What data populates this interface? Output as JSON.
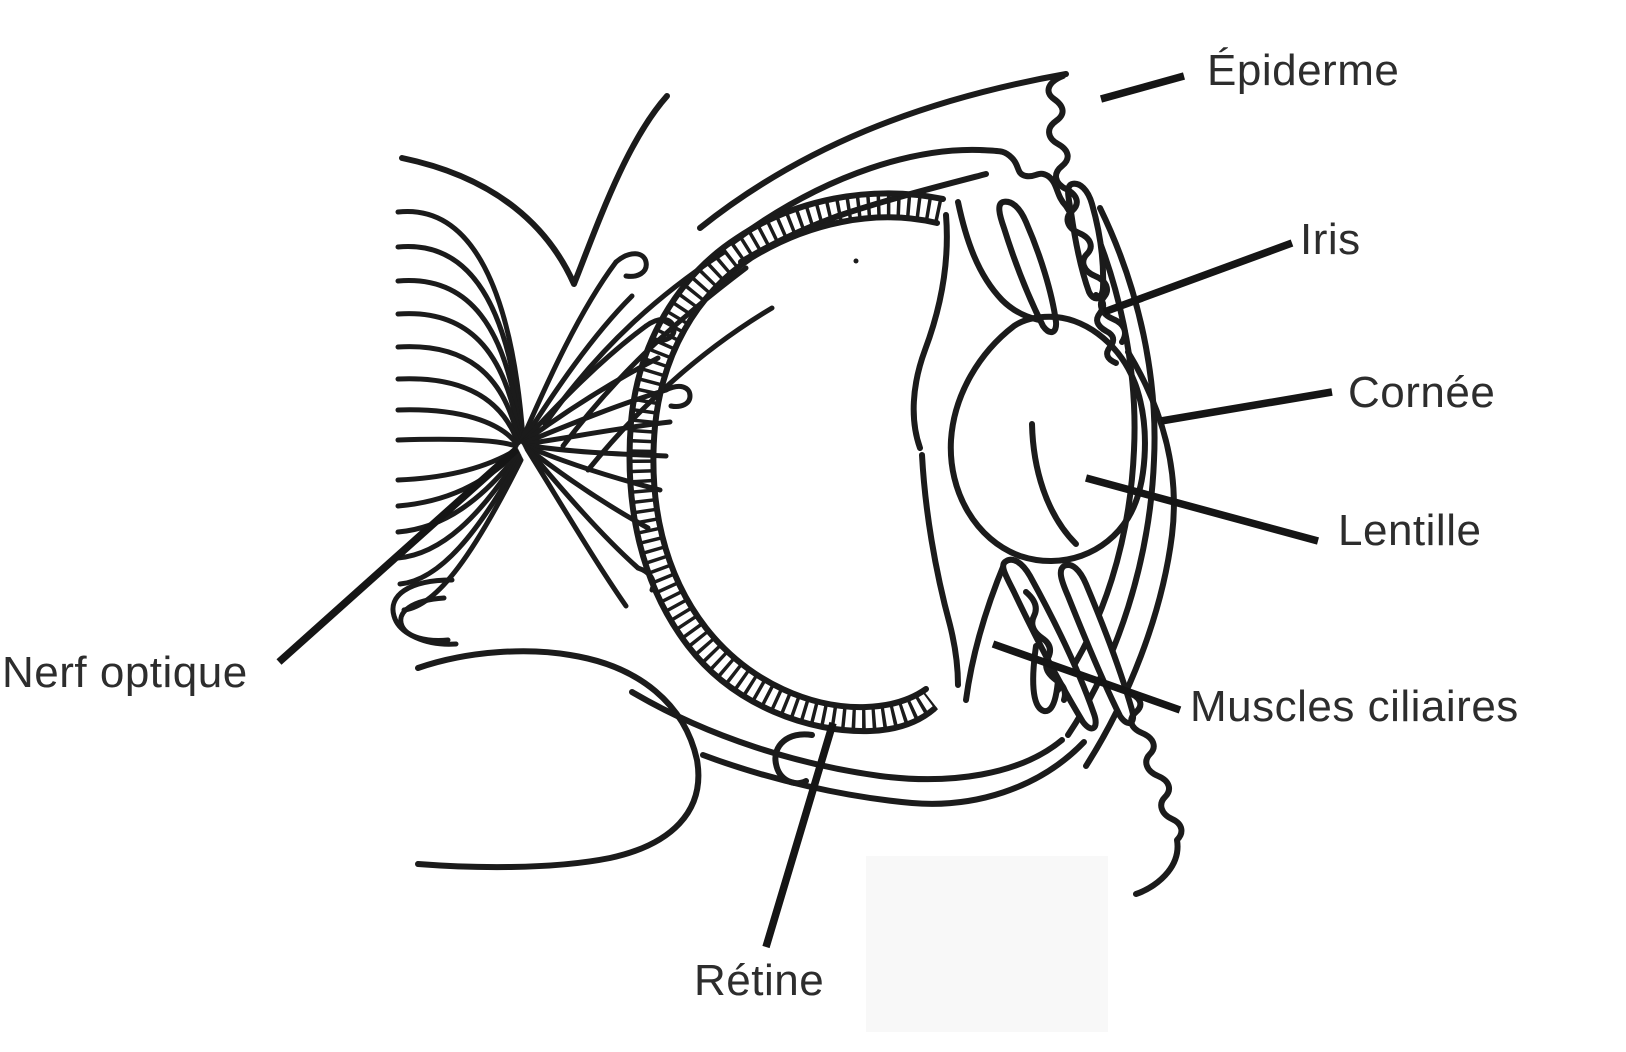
{
  "figure": {
    "type": "anatomical-diagram",
    "subject": "Coupe transversale d'un œil (labeled eye cross-section, French)",
    "labels": {
      "epiderme": "Épiderme",
      "iris": "Iris",
      "cornee": "Cornée",
      "lentille": "Lentille",
      "muscles_ciliaires": "Muscles ciliaires",
      "retine": "Rétine",
      "nerf_optique": "Nerf optique"
    },
    "colors": {
      "ink": "#1b1b1b",
      "label_text": "#2d2d2d",
      "background": "#ffffff",
      "faint_patch": "#f8f8f8"
    }
  }
}
